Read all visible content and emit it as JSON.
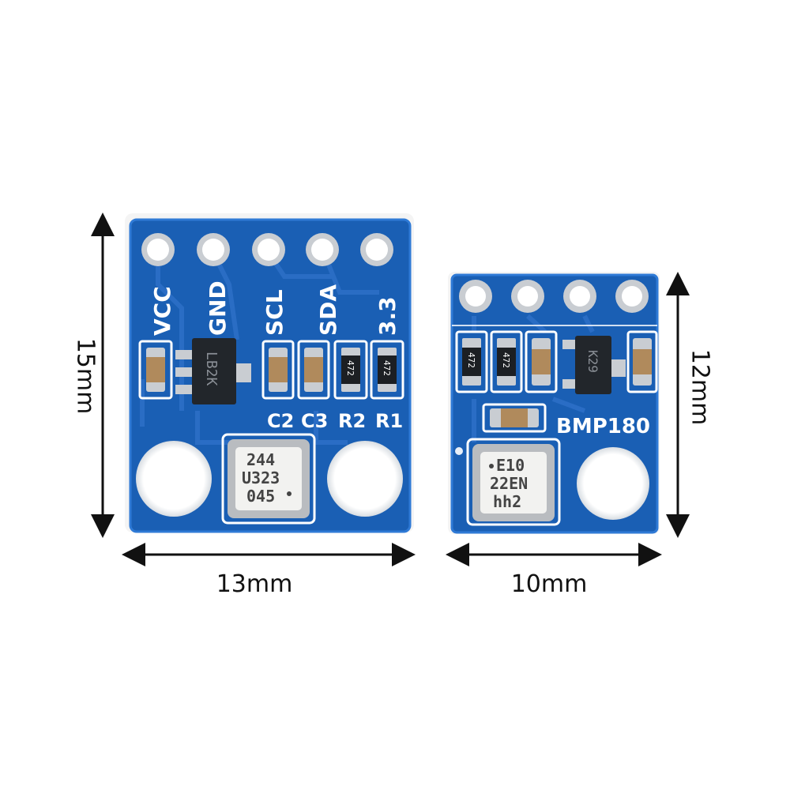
{
  "colors": {
    "pcb": "#1a5fb4",
    "pcb_edge": "#2f7ad6",
    "trace": "#2c6fc6",
    "silk": "#ffffff",
    "pad": "#c9cdd2",
    "chip_body": "#22262b",
    "sensor_metal": "#b9bcc0",
    "cap_body": "#b08a5c"
  },
  "left_board": {
    "pins": [
      "VCC",
      "GND",
      "SCL",
      "SDA",
      "3.3"
    ],
    "component_labels": [
      "C2",
      "C3",
      "R2",
      "R1"
    ],
    "regulator_marking": "LB2K",
    "resistor_marking": "472",
    "sensor_lines": [
      "244",
      "U323",
      "045"
    ],
    "dim_height": "15mm",
    "dim_width": "13mm"
  },
  "right_board": {
    "model_label": "BMP180",
    "resistor_marking": "472",
    "regulator_marking": "K29",
    "sensor_lines": [
      "E10",
      "22EN",
      "hh2"
    ],
    "dim_height": "12mm",
    "dim_width": "10mm"
  }
}
